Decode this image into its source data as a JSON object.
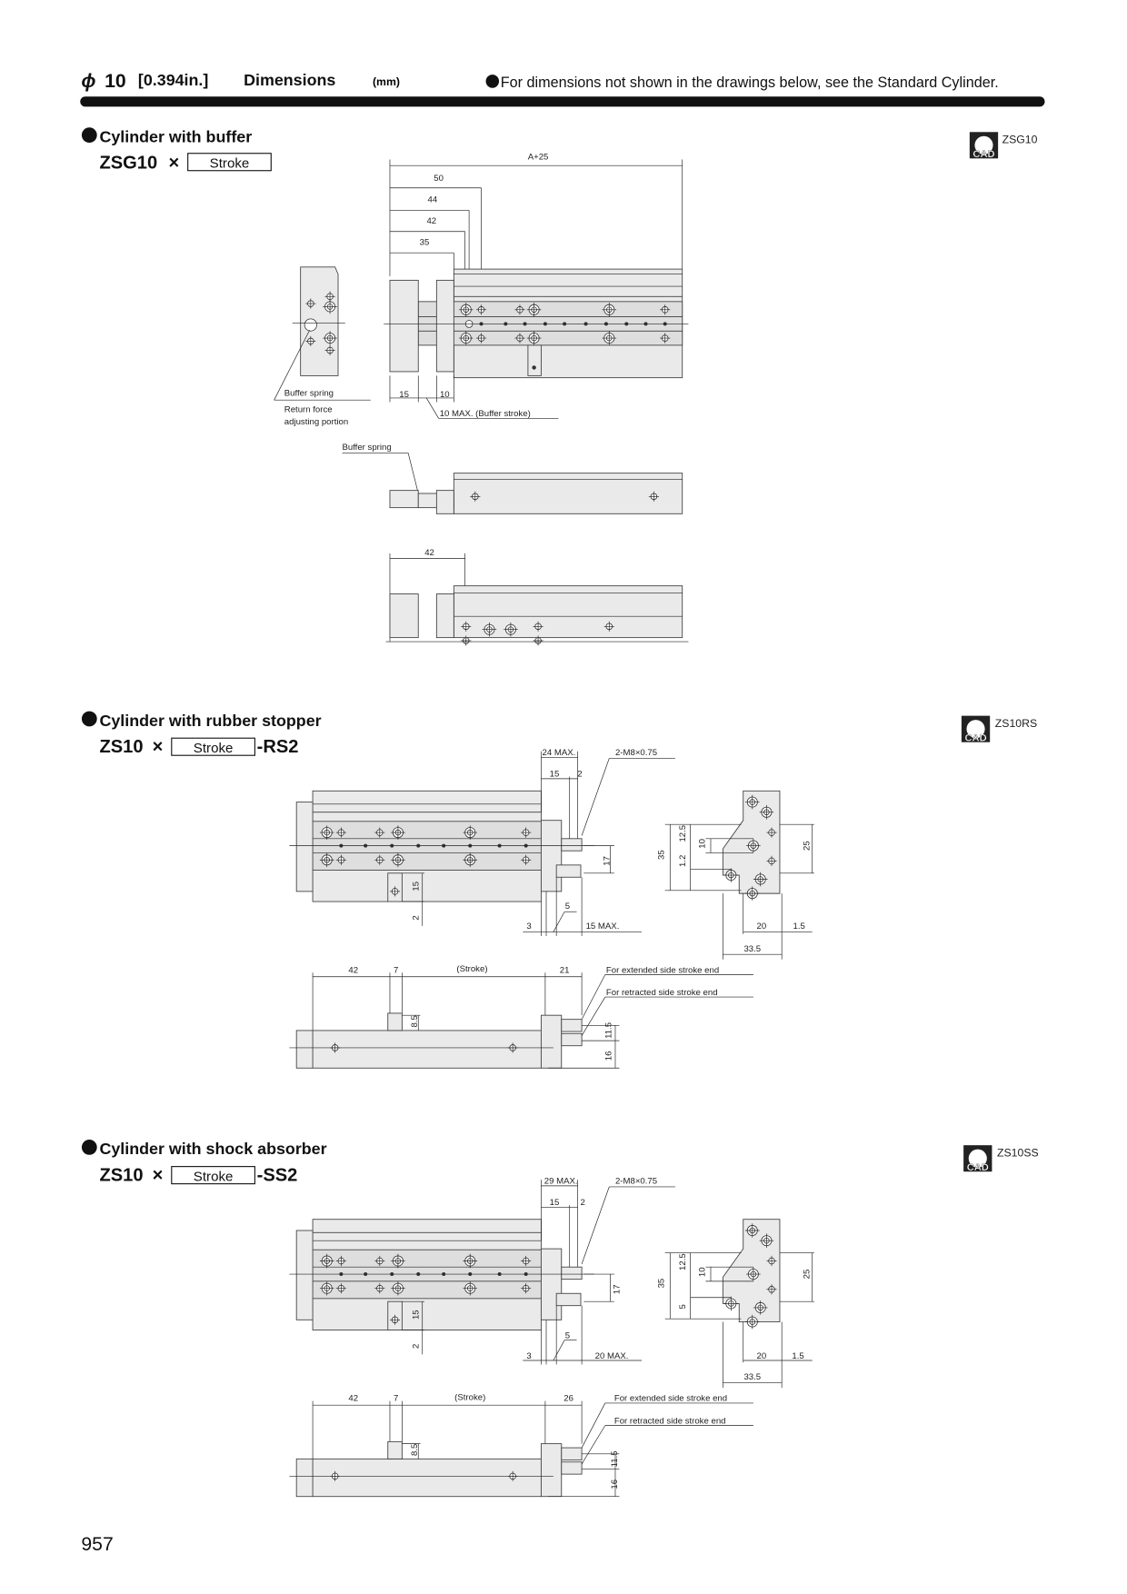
{
  "header": {
    "symbol": "ϕ",
    "size": "10",
    "inch": "[0.394in.]",
    "title": "Dimensions",
    "unit": "(mm)",
    "note": "For dimensions not shown in the drawings below, see the Standard Cylinder."
  },
  "sections": [
    {
      "heading": "Cylinder with buffer",
      "model": "ZSG10",
      "times": "×",
      "box": "Stroke",
      "suffix": "",
      "cad_icon": "CAD",
      "cad_label": "ZSG10",
      "labels": {
        "a25": "A+25",
        "d50": "50",
        "d44": "44",
        "d42": "42",
        "d35": "35",
        "d15": "15",
        "d10": "10",
        "buffer_stroke": "10 MAX. (Buffer stroke)",
        "buffer_spring": "Buffer spring",
        "return_force": "Return force",
        "adjusting": "adjusting portion",
        "buffer_spring2": "Buffer spring",
        "d42b": "42"
      }
    },
    {
      "heading": "Cylinder with rubber stopper",
      "model": "ZS10",
      "times": "×",
      "box": "Stroke",
      "suffix": "-RS2",
      "cad_icon": "CAD",
      "cad_label": "ZS10RS",
      "labels": {
        "max": "24 MAX.",
        "thread": "2-M8×0.75",
        "d15": "15",
        "d2": "2",
        "d17": "17",
        "v15": "15",
        "v2": "2",
        "d5": "5",
        "d3": "3",
        "max2": "15 MAX.",
        "s35": "35",
        "s125": "12.5",
        "s12": "1.2",
        "s10": "10",
        "s25": "25",
        "s20": "20",
        "s15": "1.5",
        "s335": "33.5",
        "b42": "42",
        "b7": "7",
        "stroke": "(Stroke)",
        "b21": "21",
        "ext": "For extended side stroke end",
        "ret": "For retracted side stroke end",
        "b85": "8.5",
        "b115": "11.5",
        "b16": "16"
      }
    },
    {
      "heading": "Cylinder with shock absorber",
      "model": "ZS10",
      "times": "×",
      "box": "Stroke",
      "suffix": "-SS2",
      "cad_icon": "CAD",
      "cad_label": "ZS10SS",
      "labels": {
        "max": "29 MAX.",
        "thread": "2-M8×0.75",
        "d15": "15",
        "d2": "2",
        "d17": "17",
        "v15": "15",
        "v2": "2",
        "d5": "5",
        "d3": "3",
        "max2": "20 MAX.",
        "s35": "35",
        "s125": "12.5",
        "s12": "5",
        "s10": "10",
        "s25": "25",
        "s20": "20",
        "s15": "1.5",
        "s335": "33.5",
        "b42": "42",
        "b7": "7",
        "stroke": "(Stroke)",
        "b21": "26",
        "ext": "For extended side stroke end",
        "ret": "For retracted side stroke end",
        "b85": "8.5",
        "b115": "11.5",
        "b16": "16"
      }
    }
  ],
  "page_number": "957"
}
